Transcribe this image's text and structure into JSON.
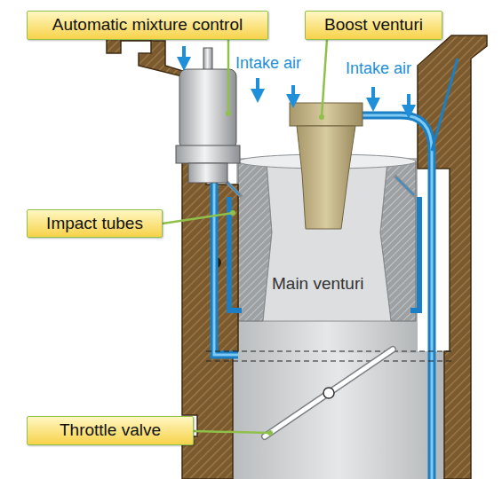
{
  "diagram": {
    "nodes": [
      {
        "text": [
          "Automatic mixture control"
        ]
      },
      {
        "text": [
          "Boost venturi"
        ]
      },
      {
        "text": [
          "Impact tubes"
        ]
      },
      {
        "text": [
          "Throttle valve"
        ]
      }
    ],
    "labels": [
      "Intake air",
      "Intake air",
      "Main venturi"
    ]
  }
}
